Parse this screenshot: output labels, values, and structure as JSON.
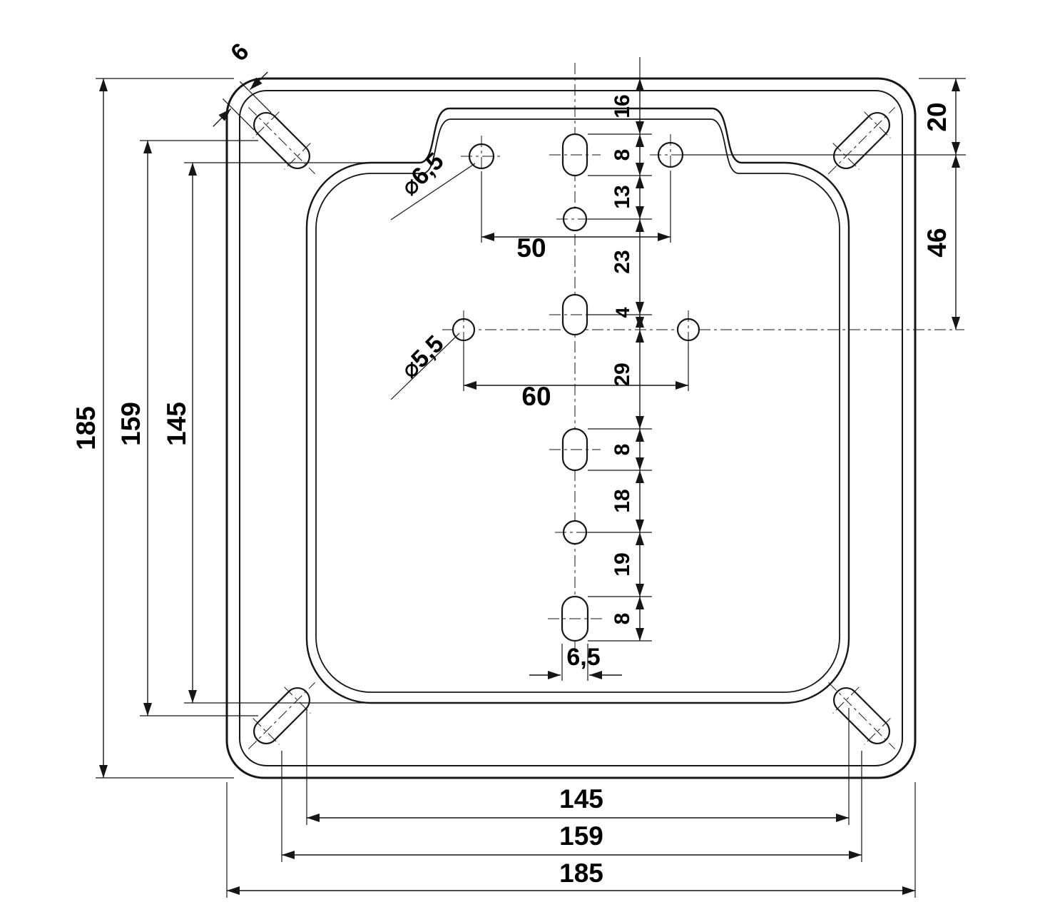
{
  "drawing": {
    "left_dims": {
      "d185": "185",
      "d159": "159",
      "d145": "145"
    },
    "bottom_dims": {
      "d145": "145",
      "d159": "159",
      "d185": "185"
    },
    "right_dims": {
      "d20": "20",
      "d46": "46"
    },
    "top_dims": {
      "corner_slot_width": "6"
    },
    "center_chain": {
      "c1": "16",
      "c2": "8",
      "c3": "13",
      "c4": "23",
      "c5": "4",
      "c6": "29",
      "c7": "8",
      "c8": "18",
      "c9": "19",
      "c10": "8"
    },
    "horizontal_dims": {
      "d50": "50",
      "d60": "60",
      "d65": "6,5"
    },
    "diameters": {
      "dia65": "⌀6,5",
      "dia55": "⌀5,5"
    }
  }
}
